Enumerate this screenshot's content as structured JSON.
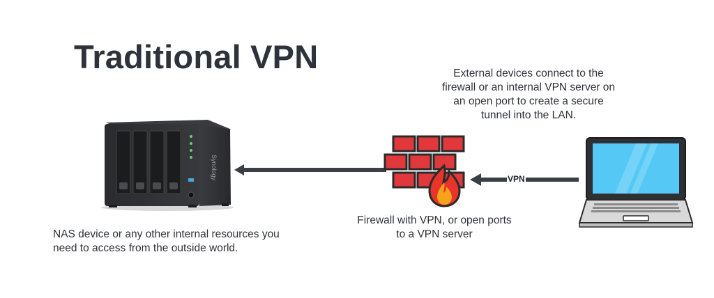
{
  "title": "Traditional VPN",
  "captions": {
    "external": "External devices connect to the firewall or an internal VPN server on an open port to create a secure tunnel into the LAN.",
    "firewall": "Firewall with VPN, or open ports to a VPN server",
    "nas": "NAS device or any other internal resources you need to access from the outside world."
  },
  "connector_label": "VPN",
  "device_brand": "Synology",
  "colors": {
    "text": "#2e323a",
    "arrow": "#3a3f47",
    "brick": "#e0383b",
    "mortar": "#2b2b2b",
    "flame_outer": "#e8342a",
    "flame_inner": "#f7a21b",
    "laptop_screen": "#56c8f5",
    "laptop_body": "#d9d9d9",
    "nas_body": "#2f3033"
  }
}
